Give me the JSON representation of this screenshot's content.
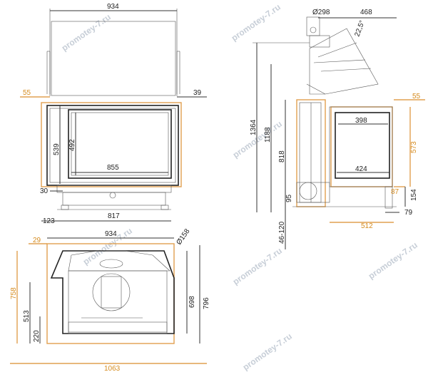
{
  "watermark": "promotey-7.ru",
  "colors": {
    "line": "#222222",
    "orange": "#d58b1e",
    "watermark": "#9aa7b8"
  },
  "front_view": {
    "dims": {
      "top_width": "934",
      "left_offset": "55",
      "right_offset": "39",
      "height_outer": "539",
      "height_inner": "492",
      "inner_width": "855",
      "base_step": "30",
      "base_width": "817",
      "left_bottom": "123"
    }
  },
  "side_view": {
    "dims": {
      "flue_diameter": "Ø298",
      "depth_top": "468",
      "angle": "22,5°",
      "total_height": "1364",
      "height_1188": "1188",
      "height_818": "818",
      "glass_top_width": "398",
      "glass_bottom_width": "424",
      "right_55": "55",
      "right_573": "573",
      "right_87": "87",
      "right_154": "154",
      "bottom_79": "79",
      "bottom_512": "512",
      "left_95": "95",
      "legs_range": "46-120"
    }
  },
  "top_view": {
    "dims": {
      "top_width": "934",
      "left_29": "29",
      "flue_diameter": "Ø158",
      "left_758": "758",
      "left_513": "513",
      "left_220": "220",
      "right_698": "698",
      "right_796": "796",
      "bottom_width": "1063"
    }
  }
}
